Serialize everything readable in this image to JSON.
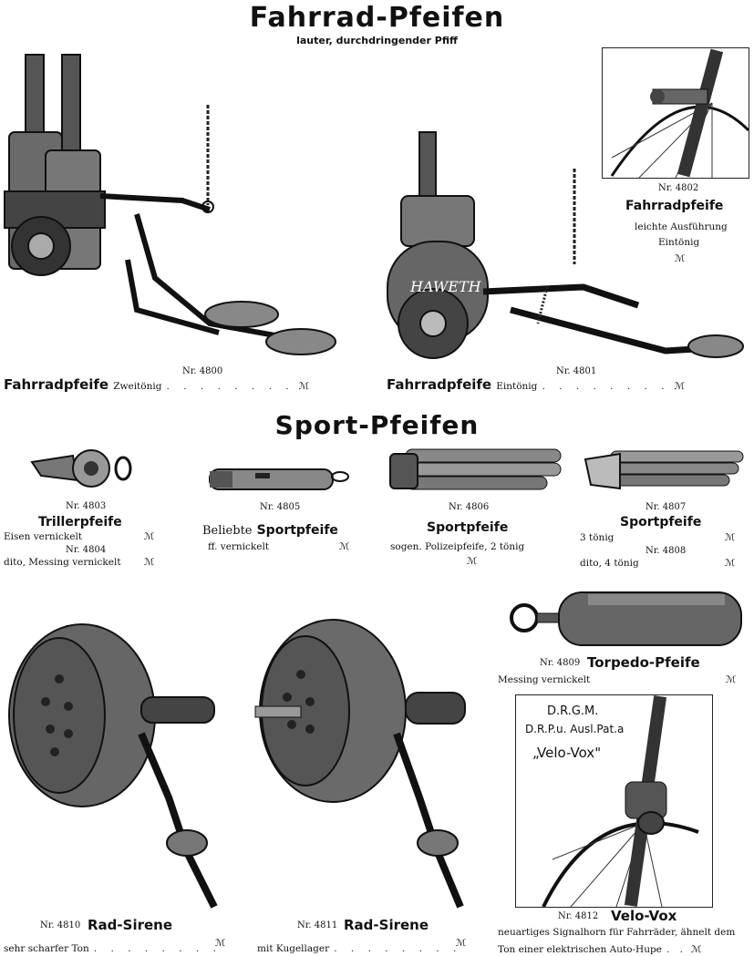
{
  "title": "Fahrrad-Pfeifen",
  "subtitle": "lauter, durchdringender Pfiff",
  "section2_title": "Sport-Pfeifen",
  "currency": "ℳ",
  "dots": ". . . . . . . .",
  "items": {
    "n4800": {
      "nr": "Nr. 4800",
      "name": "Fahrradpfeife",
      "desc": "Zweitönig"
    },
    "n4801": {
      "nr": "Nr. 4801",
      "name": "Fahrradpfeife",
      "desc": "Eintönig"
    },
    "n4802": {
      "nr": "Nr. 4802",
      "name": "Fahrradpfeife",
      "desc1": "leichte Ausführung",
      "desc2": "Eintönig"
    },
    "n4803": {
      "nr": "Nr. 4803",
      "name": "Trillerpfeife",
      "desc": "Eisen vernickelt"
    },
    "n4804": {
      "nr": "Nr. 4804",
      "desc": "dito, Messing vernickelt"
    },
    "n4805": {
      "nr": "Nr. 4805",
      "prefix": "Beliebte",
      "name": "Sportpfeife",
      "desc": "ff. vernickelt"
    },
    "n4806": {
      "nr": "Nr. 4806",
      "name": "Sportpfeife",
      "desc": "sogen. Polizeipfeife, 2 tönig"
    },
    "n4807": {
      "nr": "Nr. 4807",
      "name": "Sportpfeife",
      "desc": "3 tönig"
    },
    "n4808": {
      "nr": "Nr. 4808",
      "desc": "dito, 4 tönig"
    },
    "n4809": {
      "nr": "Nr. 4809",
      "name": "Torpedo-Pfeife",
      "desc": "Messing vernickelt"
    },
    "n4810": {
      "nr": "Nr. 4810",
      "name": "Rad-Sirene",
      "desc": "sehr scharfer Ton"
    },
    "n4811": {
      "nr": "Nr. 4811",
      "name": "Rad-Sirene",
      "desc": "mit Kugellager"
    },
    "n4812": {
      "nr": "Nr. 4812",
      "name": "Velo-Vox",
      "desc1": "neuartiges Signalhorn für Fahrräder, ähnelt dem",
      "desc2": "Ton einer elektrischen Auto-Hupe"
    }
  },
  "velovox_box": {
    "line1": "D.R.G.M.",
    "line2": "D.R.P.u. Ausl.Pat.a",
    "line3": "„Velo-Vox\""
  },
  "brand_on_whistle": "HAWETH"
}
